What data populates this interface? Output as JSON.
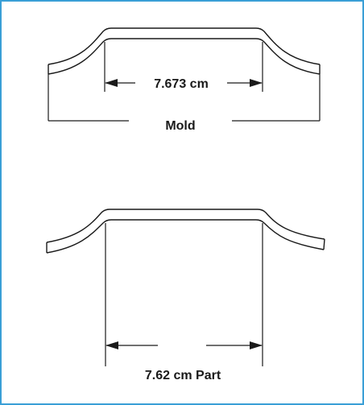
{
  "diagram": {
    "mold": {
      "dimension_label": "7.673 cm",
      "caption": "Mold"
    },
    "part": {
      "dimension_label": "7.62 cm Part"
    }
  },
  "colors": {
    "border": "#3a9fd6",
    "line": "#1a1a1a",
    "background": "#ffffff"
  }
}
